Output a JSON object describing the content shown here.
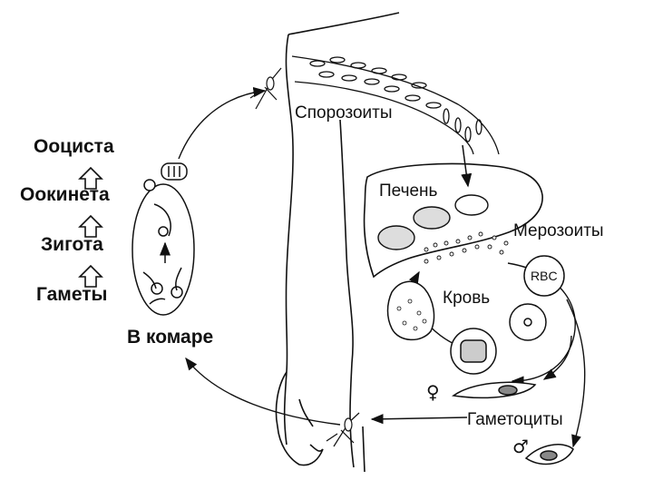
{
  "stages": {
    "oocyst": "Ооциста",
    "ookinete": "Оокинета",
    "zygote": "Зигота",
    "gametes": "Гаметы",
    "in_mosquito": "В комаре"
  },
  "labels": {
    "sporozoites": "Спорозоиты",
    "liver": "Печень",
    "merozoites": "Мерозоиты",
    "rbc": "RBC",
    "blood": "Кровь",
    "gametocytes": "Гаметоциты",
    "female": "♀",
    "male": "♂"
  }
}
